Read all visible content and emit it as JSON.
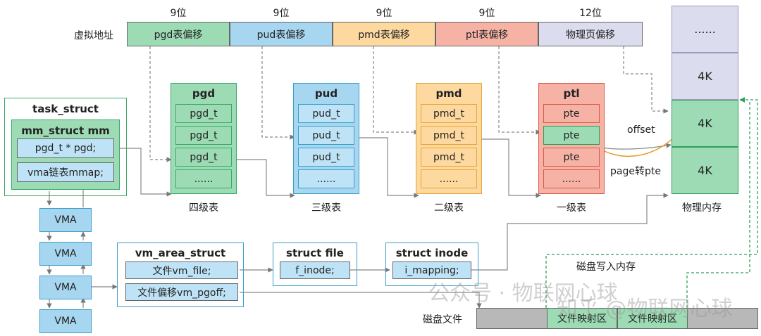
{
  "virtual_address": {
    "label": "虚拟地址",
    "segments": [
      {
        "bits": "9位",
        "label": "pgd表偏移",
        "color": "#9ddbb4"
      },
      {
        "bits": "9位",
        "label": "pud表偏移",
        "color": "#a7d6f0"
      },
      {
        "bits": "9位",
        "label": "pmd表偏移",
        "color": "#fdd9a0"
      },
      {
        "bits": "9位",
        "label": "ptl表偏移",
        "color": "#f6b3a5"
      },
      {
        "bits": "12位",
        "label": "物理页偏移",
        "color": "#dcdcef"
      }
    ]
  },
  "tables": [
    {
      "title": "pgd",
      "entries": [
        "pgd_t",
        "pgd_t",
        "pgd_t",
        "......"
      ],
      "caption": "四级表"
    },
    {
      "title": "pud",
      "entries": [
        "pud_t",
        "pud_t",
        "pud_t",
        "......"
      ],
      "caption": "三级表"
    },
    {
      "title": "pmd",
      "entries": [
        "pmd_t",
        "pmd_t",
        "pmd_t",
        "......"
      ],
      "caption": "二级表"
    },
    {
      "title": "ptl",
      "entries": [
        "pte",
        "pte",
        "pte",
        "......"
      ],
      "caption": "一级表"
    }
  ],
  "task_struct": {
    "title": "task_struct",
    "mm_title": "mm_struct mm",
    "fields": [
      "pgd_t * pgd;",
      "vma链表mmap;"
    ]
  },
  "vma_list": [
    "VMA",
    "VMA",
    "VMA",
    "VMA"
  ],
  "vm_area_struct": {
    "title": "vm_area_struct",
    "fields": [
      "文件vm_file;",
      "文件偏移vm_pgoff;"
    ]
  },
  "struct_file": {
    "title": "struct file",
    "fields": [
      "f_inode;"
    ]
  },
  "struct_inode": {
    "title": "struct inode",
    "fields": [
      "i_mapping;"
    ]
  },
  "physical_memory": {
    "blocks": [
      "......",
      "4K",
      "4K",
      "4K"
    ],
    "caption": "物理内存"
  },
  "annotations": {
    "offset": "offset",
    "page_to_pte": "page转pte",
    "disk_to_mem": "磁盘写入内存"
  },
  "disk": {
    "label": "磁盘文件",
    "regions": [
      "文件映射区",
      "文件映射区"
    ]
  },
  "watermarks": [
    "公众号 · 物联网心球",
    "知乎 @物联网心球"
  ]
}
